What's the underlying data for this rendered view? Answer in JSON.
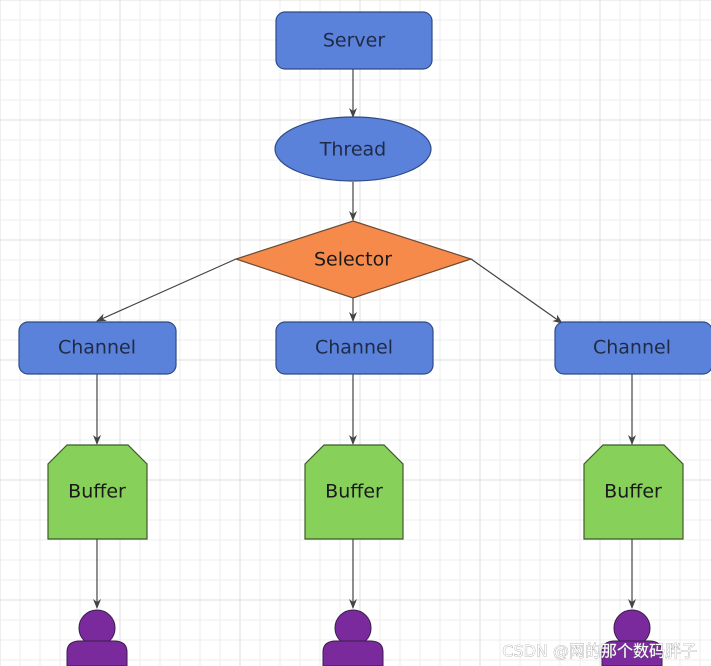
{
  "diagram": {
    "nodes": {
      "server": "Server",
      "thread": "Thread",
      "selector": "Selector",
      "channel_left": "Channel",
      "channel_center": "Channel",
      "channel_right": "Channel",
      "buffer_left": "Buffer",
      "buffer_center": "Buffer",
      "buffer_right": "Buffer"
    },
    "edges": [
      [
        "Server",
        "Thread"
      ],
      [
        "Thread",
        "Selector"
      ],
      [
        "Selector",
        "Channel (left)"
      ],
      [
        "Selector",
        "Channel (center)"
      ],
      [
        "Selector",
        "Channel (right)"
      ],
      [
        "Channel (left)",
        "Buffer (left)"
      ],
      [
        "Channel (center)",
        "Buffer (center)"
      ],
      [
        "Channel (right)",
        "Buffer (right)"
      ],
      [
        "Buffer (left)",
        "user (left)"
      ],
      [
        "Buffer (center)",
        "user (center)"
      ],
      [
        "Buffer (right)",
        "user (right)"
      ]
    ],
    "colors": {
      "box_blue": "#5b82db",
      "ellipse_blue": "#5b82db",
      "diamond_orange": "#f58a4b",
      "buffer_green": "#87d05a",
      "user_purple": "#7a2a9c",
      "edge": "#444444"
    }
  },
  "watermark": "CSDN @网的那个数码胖子"
}
